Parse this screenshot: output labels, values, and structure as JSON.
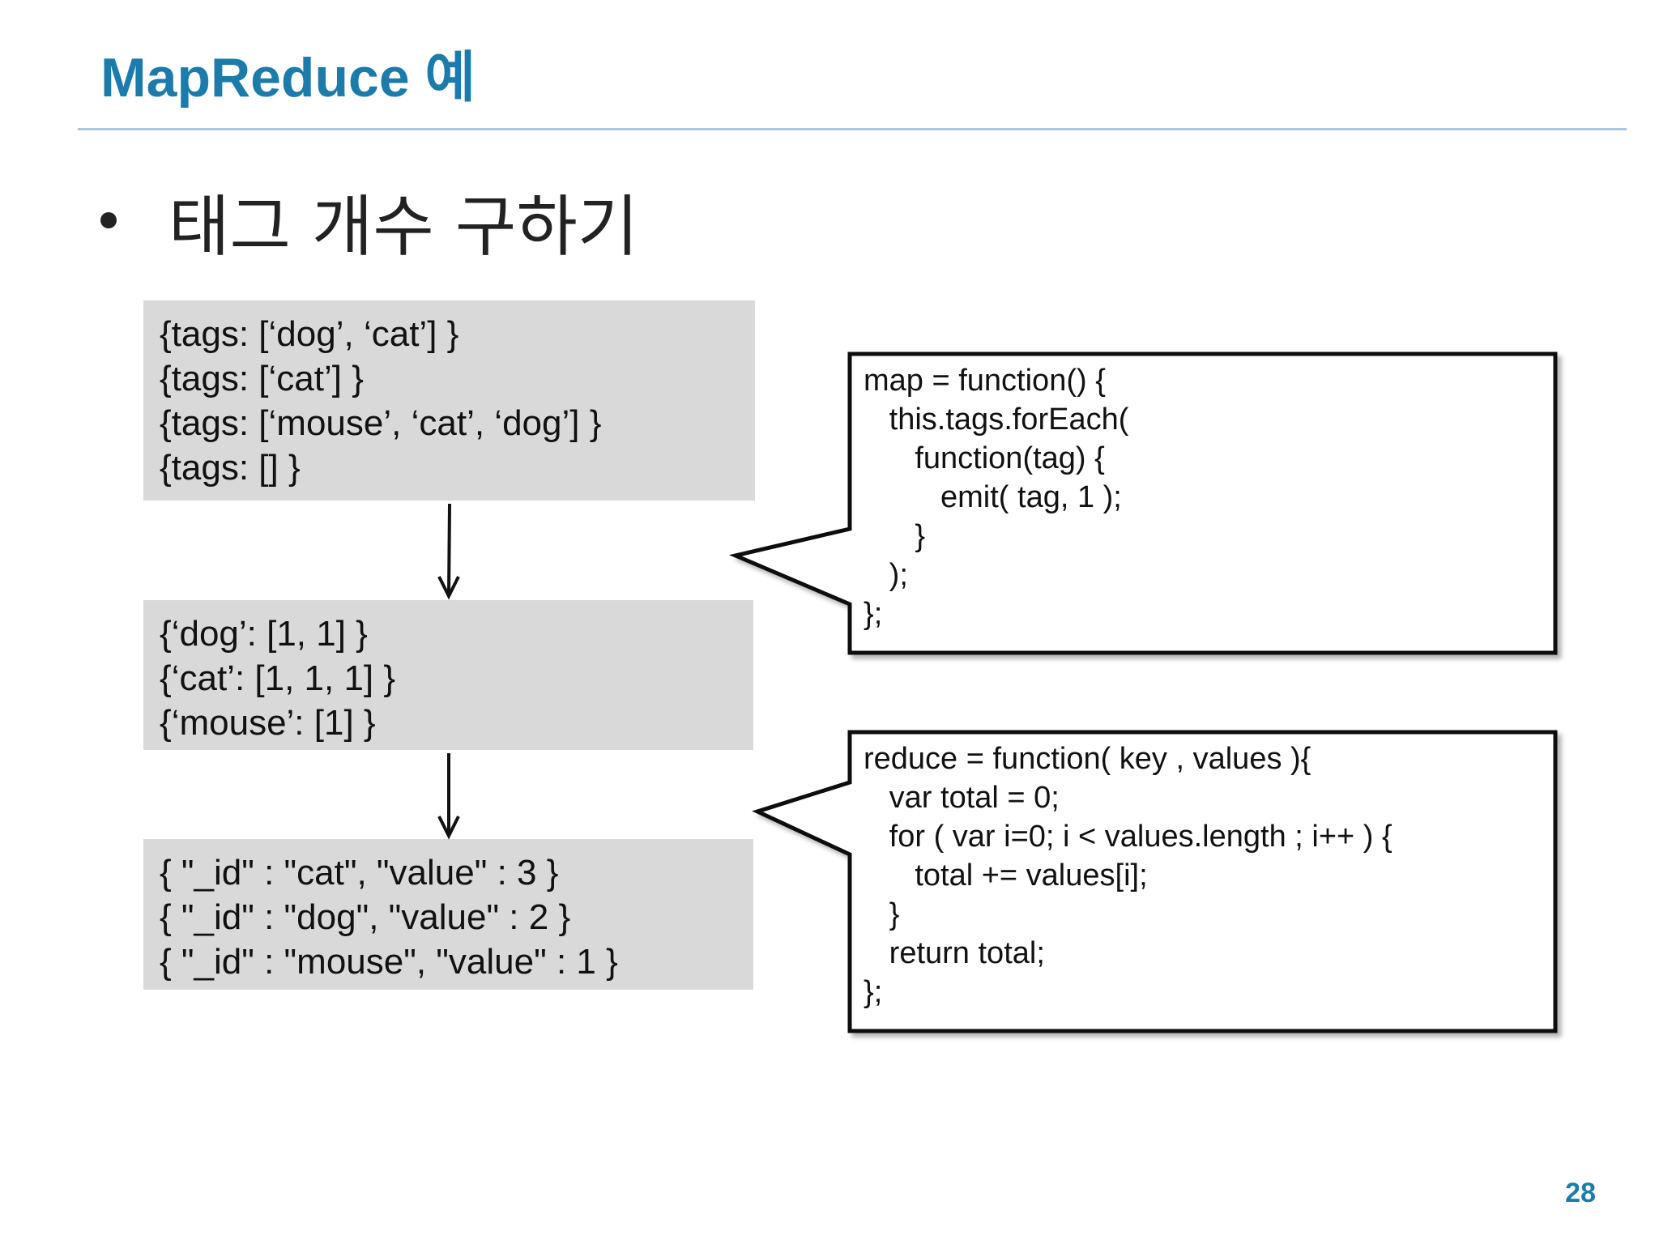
{
  "slide": {
    "title": "MapReduce 예",
    "bullet": "태그 개수 구하기",
    "page_number": "28"
  },
  "input_docs": [
    "{tags: [‘dog’, ‘cat’] }",
    "{tags: [‘cat’] }",
    "{tags: [‘mouse’, ‘cat’, ‘dog’] }",
    "{tags: [] }"
  ],
  "intermediate": [
    "{‘dog’: [1, 1] }",
    "{‘cat’: [1, 1, 1] }",
    "{‘mouse’: [1] }"
  ],
  "output": [
    "{ \"_id\" : \"cat\", \"value\" : 3 }",
    "{ \"_id\" : \"dog\", \"value\" : 2 }",
    "{ \"_id\" : \"mouse\", \"value\" : 1 }"
  ],
  "map_code": [
    "map = function() {",
    "   this.tags.forEach(",
    "      function(tag) {",
    "         emit( tag, 1 );",
    "      }",
    "   );",
    "};"
  ],
  "reduce_code": [
    "reduce = function( key , values ){",
    "   var total = 0;",
    "   for ( var i=0; i < values.length ; i++ ) {",
    "      total += values[i];",
    "   }",
    "   return total;",
    "};"
  ],
  "colors": {
    "title": "#1b7bab",
    "rule": "#a9c6de",
    "box_fill": "#d9d9d9"
  }
}
